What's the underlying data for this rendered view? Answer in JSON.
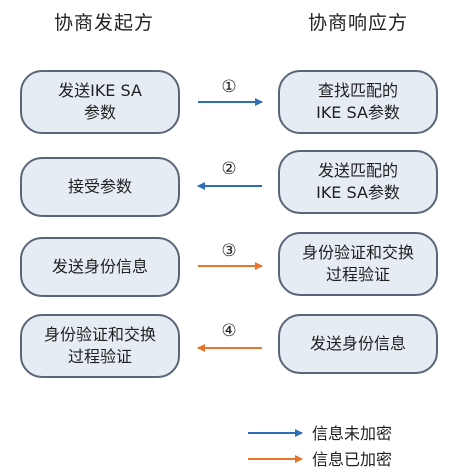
{
  "columns": {
    "left_title": "协商发起方",
    "right_title": "协商响应方"
  },
  "steps": [
    {
      "number": "①",
      "initiator": "发送IKE SA\n参数",
      "responder": "查找匹配的\nIKE SA参数",
      "direction": "to-responder",
      "arrow_type": "unencrypted"
    },
    {
      "number": "②",
      "initiator": "接受参数",
      "responder": "发送匹配的\nIKE SA参数",
      "direction": "to-initiator",
      "arrow_type": "unencrypted"
    },
    {
      "number": "③",
      "initiator": "发送身份信息",
      "responder": "身份验证和交换\n过程验证",
      "direction": "to-responder",
      "arrow_type": "encrypted"
    },
    {
      "number": "④",
      "initiator": "身份验证和交换\n过程验证",
      "responder": "发送身份信息",
      "direction": "to-initiator",
      "arrow_type": "encrypted"
    }
  ],
  "legend": [
    {
      "type": "unencrypted",
      "label": "信息未加密"
    },
    {
      "type": "encrypted",
      "label": "信息已加密"
    }
  ],
  "colors": {
    "unencrypted": "#2e6fb7",
    "encrypted": "#e8732a",
    "box_fill": "#e6ecf4",
    "box_border": "#5a6577"
  }
}
